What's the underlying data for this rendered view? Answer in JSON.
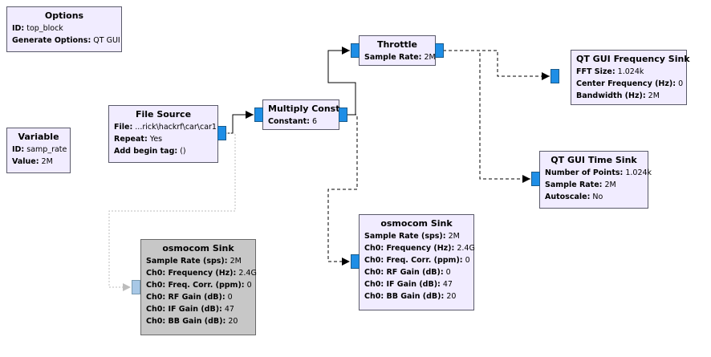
{
  "blocks": {
    "options": {
      "title": "Options",
      "params": [
        {
          "k": "ID:",
          "v": "top_block"
        },
        {
          "k": "Generate Options:",
          "v": "QT GUI"
        }
      ]
    },
    "variable": {
      "title": "Variable",
      "params": [
        {
          "k": "ID:",
          "v": "samp_rate"
        },
        {
          "k": "Value:",
          "v": "2M"
        }
      ]
    },
    "file_source": {
      "title": "File Source",
      "params": [
        {
          "k": "File:",
          "v": "...rick\\hackrf\\car\\car1"
        },
        {
          "k": "Repeat:",
          "v": "Yes"
        },
        {
          "k": "Add begin tag:",
          "v": "()"
        }
      ]
    },
    "multiply_const": {
      "title": "Multiply Const",
      "params": [
        {
          "k": "Constant:",
          "v": "6"
        }
      ]
    },
    "throttle": {
      "title": "Throttle",
      "params": [
        {
          "k": "Sample Rate:",
          "v": "2M"
        }
      ]
    },
    "freq_sink": {
      "title": "QT GUI Frequency Sink",
      "params": [
        {
          "k": "FFT Size:",
          "v": "1.024k"
        },
        {
          "k": "Center Frequency (Hz):",
          "v": "0"
        },
        {
          "k": "Bandwidth (Hz):",
          "v": "2M"
        }
      ]
    },
    "time_sink": {
      "title": "QT GUI Time Sink",
      "params": [
        {
          "k": "Number of Points:",
          "v": "1.024k"
        },
        {
          "k": "Sample Rate:",
          "v": "2M"
        },
        {
          "k": "Autoscale:",
          "v": "No"
        }
      ]
    },
    "osmocom_sink_1": {
      "title": "osmocom Sink",
      "params": [
        {
          "k": "Sample Rate (sps):",
          "v": "2M"
        },
        {
          "k": "Ch0: Frequency (Hz):",
          "v": "2.4G"
        },
        {
          "k": "Ch0: Freq. Corr. (ppm):",
          "v": "0"
        },
        {
          "k": "Ch0: RF Gain (dB):",
          "v": "0"
        },
        {
          "k": "Ch0: IF Gain (dB):",
          "v": "47"
        },
        {
          "k": "Ch0: BB Gain (dB):",
          "v": "20"
        }
      ]
    },
    "osmocom_sink_2": {
      "title": "osmocom Sink",
      "params": [
        {
          "k": "Sample Rate (sps):",
          "v": "2M"
        },
        {
          "k": "Ch0: Frequency (Hz):",
          "v": "2.4G"
        },
        {
          "k": "Ch0: Freq. Corr. (ppm):",
          "v": "0"
        },
        {
          "k": "Ch0: RF Gain (dB):",
          "v": "0"
        },
        {
          "k": "Ch0: IF Gain (dB):",
          "v": "47"
        },
        {
          "k": "Ch0: BB Gain (dB):",
          "v": "20"
        }
      ]
    }
  },
  "colors": {
    "block_bg": "#f1ecff",
    "disabled_bg": "#c7c7c7",
    "port": "#1e8ee6",
    "wire": "#000000",
    "disabled_wire": "#bdbdbd"
  }
}
